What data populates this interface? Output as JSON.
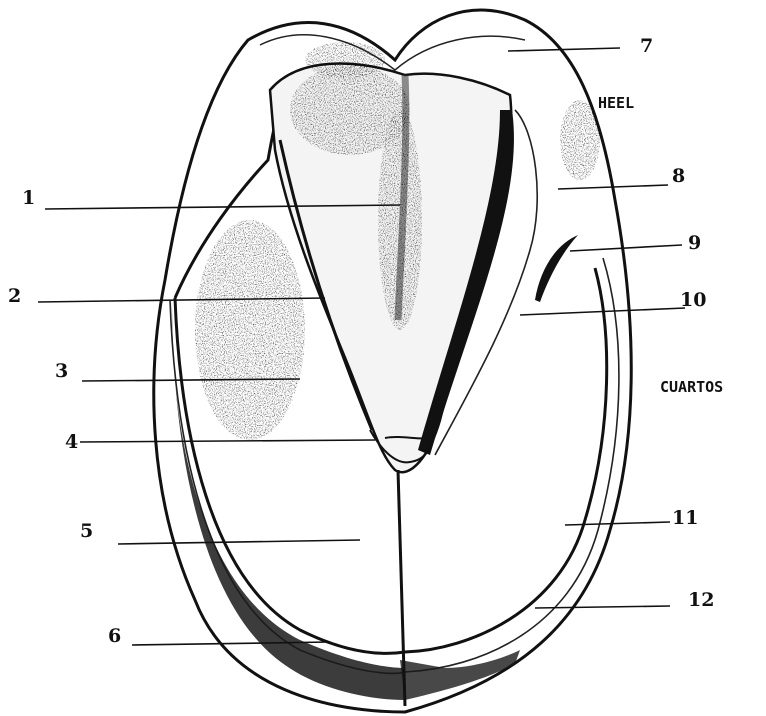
{
  "diagram": {
    "regions": {
      "heel": "HEEL",
      "quarters": "CUARTOS"
    },
    "callouts": [
      "1",
      "2",
      "3",
      "4",
      "5",
      "6",
      "7",
      "8",
      "9",
      "10",
      "11",
      "12"
    ]
  }
}
